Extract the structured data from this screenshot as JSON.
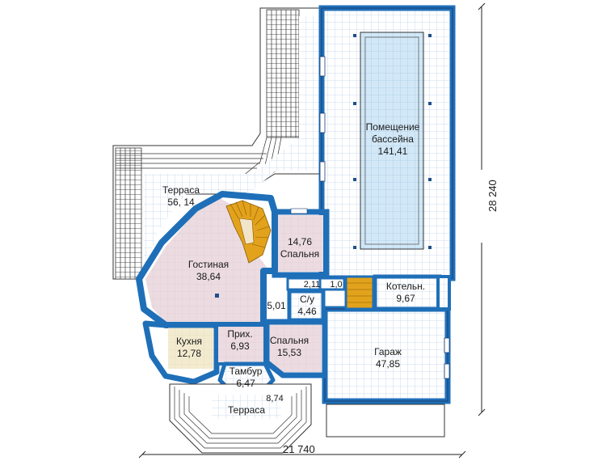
{
  "rooms": {
    "pool": {
      "name": "Помещение",
      "name2": "бассейна",
      "area": "141,41"
    },
    "terrace_top": {
      "name": "Терраса",
      "area": "56, 14"
    },
    "living": {
      "name": "Гостиная",
      "area": "38,64"
    },
    "bedroom1": {
      "name": "Спальня",
      "area": "14,76"
    },
    "bedroom2": {
      "name": "Спальня",
      "area": "15,53"
    },
    "kitchen": {
      "name": "Кухня",
      "area": "12,78"
    },
    "hall": {
      "name": "Прих.",
      "area": "6,93"
    },
    "vestibule": {
      "name": "Тамбур",
      "area": "6,47"
    },
    "bath": {
      "name": "С/у",
      "area": "4,46"
    },
    "boiler": {
      "name": "Котельн.",
      "area": "9,67"
    },
    "garage": {
      "name": "Гараж",
      "area": "47,85"
    },
    "terrace_bottom": {
      "name": "Терраса",
      "area": "8,74"
    },
    "small1": {
      "area": "2,11"
    },
    "small2": {
      "area": "1,0"
    },
    "corridor": {
      "area": "5,01"
    }
  },
  "dimensions": {
    "width": "21 740",
    "height": "28 240"
  },
  "colors": {
    "wall": "#1f6fb8",
    "wall_dark": "#1b3f73",
    "grid": "#b9cde6",
    "pool_water": "#cfe6f6",
    "living_fill": "#ead9de",
    "kitchen_fill": "#f3ebcf",
    "terrace_fill": "#ffffff",
    "stair": "#e2a21c"
  }
}
